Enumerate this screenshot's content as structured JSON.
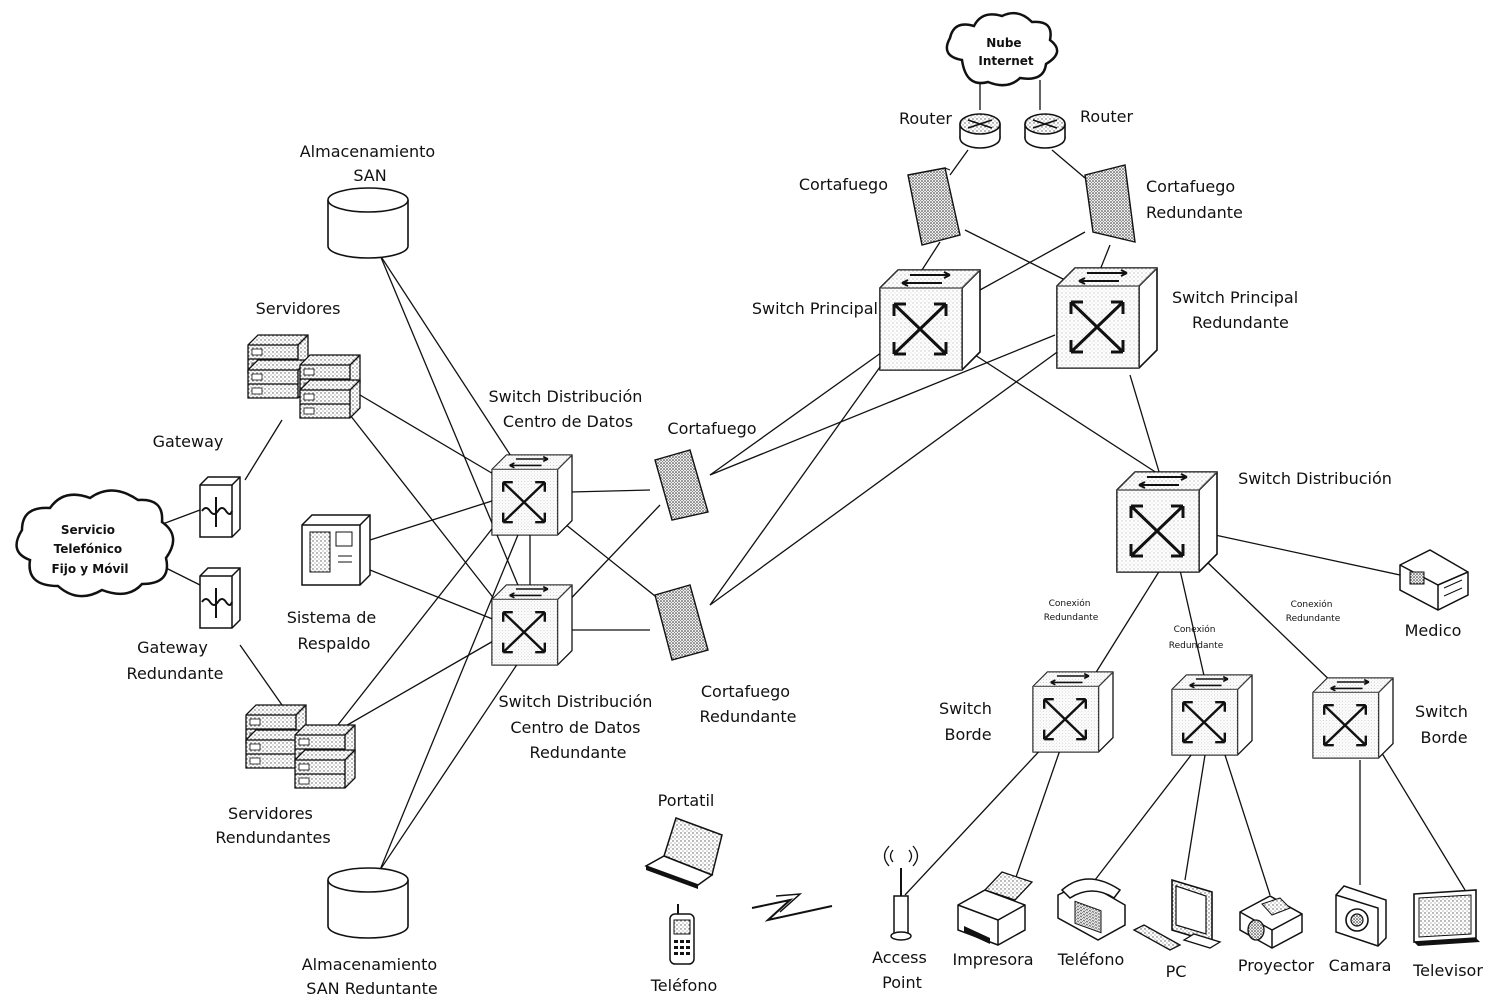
{
  "labels": {
    "nube": [
      "Nube",
      "Internet"
    ],
    "router_l": "Router",
    "router_r": "Router",
    "fw_main": "Cortafuego",
    "fw_main_red": [
      "Cortafuego",
      "Redundante"
    ],
    "sw_principal": "Switch Principal",
    "sw_principal_red": [
      "Switch Principal",
      "Redundante"
    ],
    "san": [
      "Almacenamiento",
      "SAN"
    ],
    "servidores": "Servidores",
    "gateway": "Gateway",
    "servicio": [
      "Servicio",
      "Telefónico",
      "Fijo y Móvil"
    ],
    "gateway_red": [
      "Gateway",
      "Redundante"
    ],
    "sistema_respaldo": [
      "Sistema de",
      "Respaldo"
    ],
    "sw_dist_cd": [
      "Switch Distribución",
      "Centro de Datos"
    ],
    "sw_dist_cd_red": [
      "Switch Distribución",
      "Centro de Datos",
      "Redundante"
    ],
    "fw_dc": "Cortafuego",
    "fw_dc_red": [
      "Cortafuego",
      "Redundante"
    ],
    "servidores_red": [
      "Servidores",
      "Rendundantes"
    ],
    "san_red": [
      "Almacenamiento",
      "SAN Reduntante"
    ],
    "sw_dist": "Switch Distribución",
    "medico": "Medico",
    "conn1": [
      "Conexión",
      "Redundante"
    ],
    "conn2": [
      "Conexión",
      "Redundante"
    ],
    "conn3": [
      "Conexión",
      "Redundante"
    ],
    "switch_borde_l": [
      "Switch",
      "Borde"
    ],
    "switch_borde_r": [
      "Switch",
      "Borde"
    ],
    "portatil": "Portatil",
    "telefono_movil": "Teléfono",
    "access_point": [
      "Access",
      "Point"
    ],
    "impresora": "Impresora",
    "telefono": "Teléfono",
    "pc": "PC",
    "proyector": "Proyector",
    "camara": "Camara",
    "televisor": "Televisor"
  },
  "icons": {
    "cloud": "cloud-icon",
    "router": "router-icon",
    "firewall": "firewall-icon",
    "switch": "switch-icon",
    "database": "database-icon",
    "server": "server-rack-icon",
    "gateway": "gateway-icon",
    "backup": "backup-system-icon",
    "medical": "medical-device-icon",
    "laptop": "laptop-icon",
    "mobile": "mobile-phone-icon",
    "access_point": "access-point-icon",
    "printer": "printer-icon",
    "phone": "desk-phone-icon",
    "pc": "pc-icon",
    "projector": "projector-icon",
    "camera": "camera-icon",
    "tv": "tv-icon",
    "wireless": "wireless-link-icon"
  }
}
